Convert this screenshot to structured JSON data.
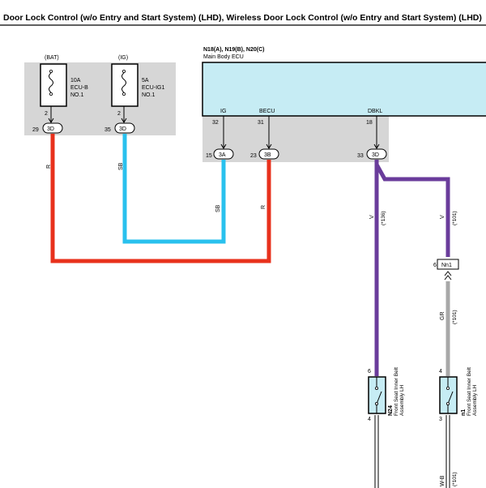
{
  "title": "Door Lock Control (w/o Entry and Start System) (LHD), Wireless Door Lock Control (w/o Entry and Start System) (LHD)",
  "fuses": [
    {
      "source": "(BAT)",
      "amp": "10A",
      "name1": "ECU-B",
      "name2": "NO.1",
      "pin": "2",
      "conn_pin": "29",
      "conn": "3D"
    },
    {
      "source": "(IG)",
      "amp": "5A",
      "name1": "ECU-IG1",
      "name2": "NO.1",
      "pin": "2",
      "conn_pin": "35",
      "conn": "3D"
    }
  ],
  "ecu": {
    "codes": "N18(A), N19(B), N20(C)",
    "name": "Main Body ECU",
    "terminals": [
      {
        "name": "IG",
        "pin": "32",
        "conn_pin": "15",
        "conn": "3A"
      },
      {
        "name": "BECU",
        "pin": "31",
        "conn_pin": "23",
        "conn": "3B"
      },
      {
        "name": "DBKL",
        "pin": "18",
        "conn_pin": "33",
        "conn": "3D"
      }
    ]
  },
  "wires": {
    "red_left": "R",
    "blue_left": "SB",
    "blue_right": "SB",
    "red_right": "R",
    "purple_a": "V",
    "purple_a_note": "(*136)",
    "purple_b": "V",
    "purple_b_note": "(*101)",
    "gray": "GR",
    "gray_note": "(*101)",
    "bottom_right": "W-B",
    "bottom_right_note": "(*101)"
  },
  "junction": {
    "pin": "6",
    "label": "Nn1"
  },
  "switches": [
    {
      "code": "N24",
      "name_line1": "Front Seat Inner Belt",
      "name_line2": "Assembly LH",
      "top_pin": "6",
      "bottom_pin": "4"
    },
    {
      "code": "n1",
      "name_line1": "Front Seat Inner Belt",
      "name_line2": "Assembly LH",
      "top_pin": "4",
      "bottom_pin": "3"
    }
  ],
  "colors": {
    "red": "#e8311c",
    "blue": "#29c1ee",
    "purple": "#6a3c9b",
    "gray": "#a8a8a8",
    "panel_gray": "#d6d6d6",
    "ecu_fill": "#c6ecf4",
    "switch_fill": "#c6ecf4"
  }
}
